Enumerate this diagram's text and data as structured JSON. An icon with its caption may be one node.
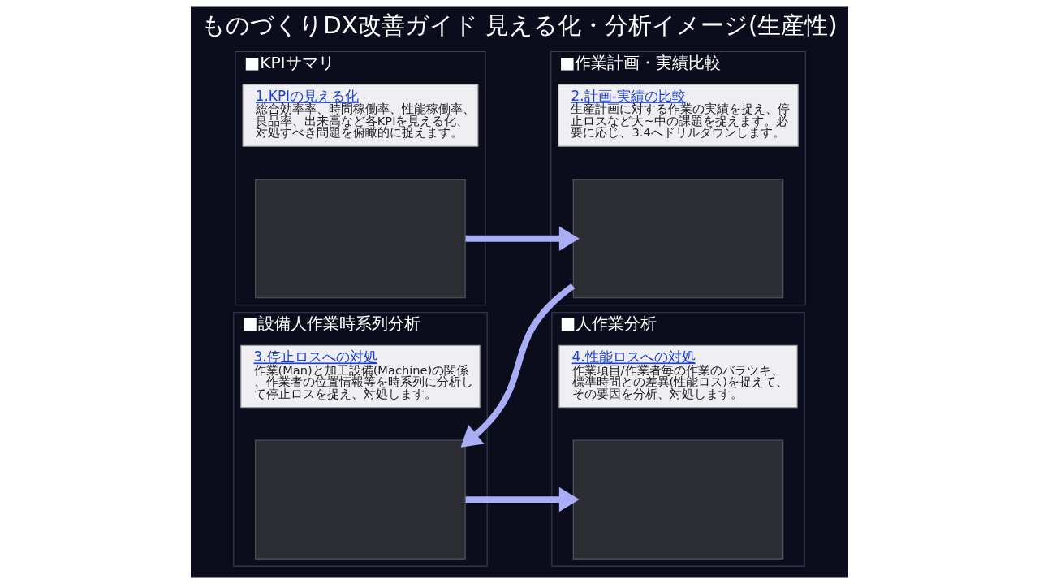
{
  "diagram": {
    "title": "ものづくりDX改善ガイド 見える化・分析イメージ(生産性)",
    "nodes": [
      {
        "text": [
          "■KPIサマリ"
        ]
      },
      {
        "text": [],
        "shape": "box",
        "in": 0
      },
      {
        "text": [
          "1.KPIの見える化",
          "総合効率率、時間稼働率、性能稼働率、良品率、出来高など各KPIを見える化、対処すべき問題を俯瞰的に捉えます。"
        ],
        "in": 0
      },
      {
        "text": [
          "■作業計画・実績比較"
        ]
      },
      {
        "text": [],
        "shape": "box",
        "in": 3
      },
      {
        "text": [
          "2.計画-実績の比較",
          "生産計画に対する作業の実績を捉え、停止ロスなど大~中の課題を捉えます。必要に応じ、3.4へドリルダウンします。"
        ],
        "in": 3
      },
      {
        "text": [
          "■設備人作業時系列分析"
        ]
      },
      {
        "text": [],
        "shape": "box",
        "in": 6
      },
      {
        "text": [
          "3.停止ロスへの対処",
          "作業(Man)と加工設備(Machine)の関係、作業者の位置情報等を時系列に分析して停止ロスを捉え、対処します。"
        ],
        "in": 6
      },
      {
        "text": [
          "■人作業分析"
        ]
      },
      {
        "text": [],
        "shape": "box",
        "in": 9
      },
      {
        "text": [
          "4.性能ロスへの対処",
          "作業項目/作業者毎の作業のバラツキ、標準時間との差異(性能ロス)を捉えて、その要因を分析、対処します。"
        ],
        "in": 9
      }
    ],
    "edges": [
      {
        "from": 1,
        "to": 4,
        "arrow": "to"
      },
      {
        "from": 4,
        "to": 7,
        "arrow": "to"
      },
      {
        "from": 7,
        "to": 10,
        "arrow": "to"
      }
    ]
  }
}
